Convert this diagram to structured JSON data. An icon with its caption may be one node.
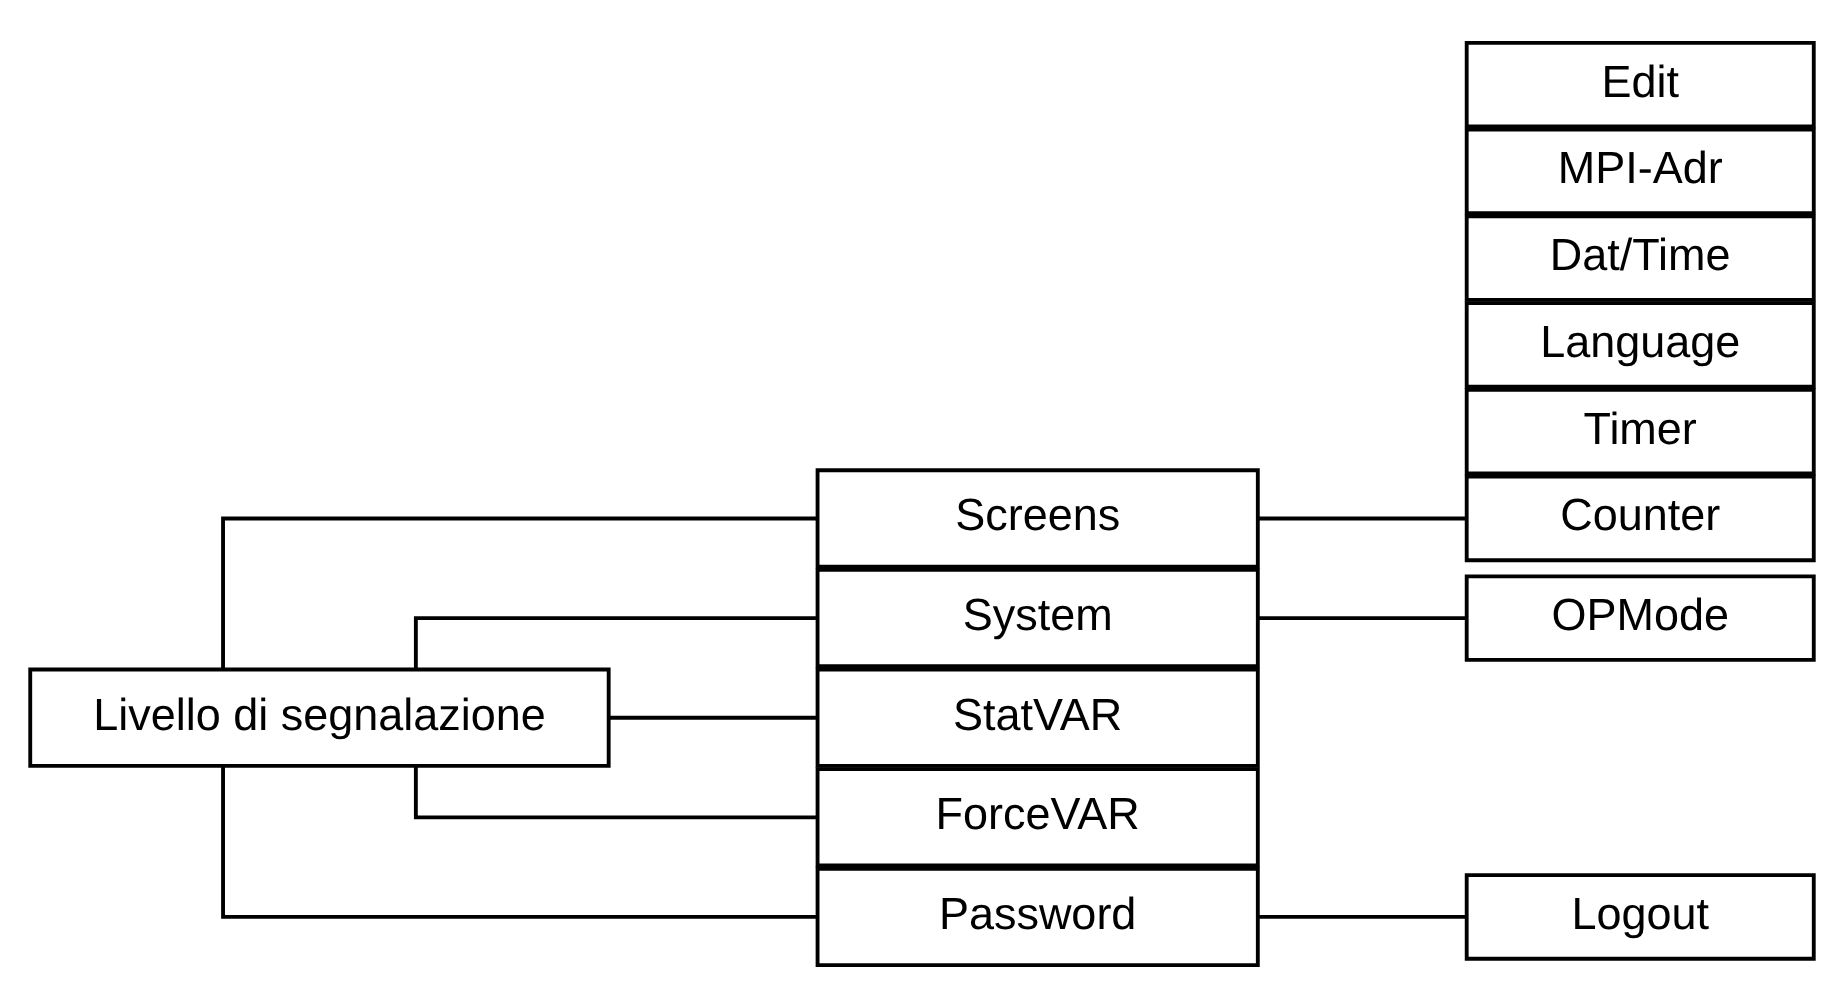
{
  "diagram": {
    "nodes": [
      {
        "text": [
          "Livello di segnalazione"
        ]
      },
      {
        "text": [
          "Screens"
        ]
      },
      {
        "text": [
          "Counter"
        ]
      },
      {
        "text": [
          "Timer"
        ]
      },
      {
        "text": [
          "System"
        ]
      },
      {
        "text": [
          "OPMode"
        ]
      },
      {
        "text": [
          "Language"
        ]
      },
      {
        "text": [
          "Dat/Time"
        ]
      },
      {
        "text": [
          "MPI-Adr"
        ]
      },
      {
        "text": [
          "StatVAR"
        ]
      },
      {
        "text": [
          "ForceVAR"
        ]
      },
      {
        "text": [
          "Password"
        ]
      },
      {
        "text": [
          "Logout"
        ]
      },
      {
        "text": [
          "Edit"
        ]
      }
    ],
    "edges": [
      {
        "from": 0,
        "to": 1,
        "arrow": "none"
      },
      {
        "from": 0,
        "to": 4,
        "arrow": "none"
      },
      {
        "from": 0,
        "to": 9,
        "arrow": "none"
      },
      {
        "from": 0,
        "to": 10,
        "arrow": "none"
      },
      {
        "from": 0,
        "to": 11,
        "arrow": "none"
      },
      {
        "from": 1,
        "to": 2,
        "arrow": "none"
      },
      {
        "from": 4,
        "to": 5,
        "arrow": "none"
      },
      {
        "from": 11,
        "to": 12,
        "arrow": "none"
      }
    ]
  }
}
